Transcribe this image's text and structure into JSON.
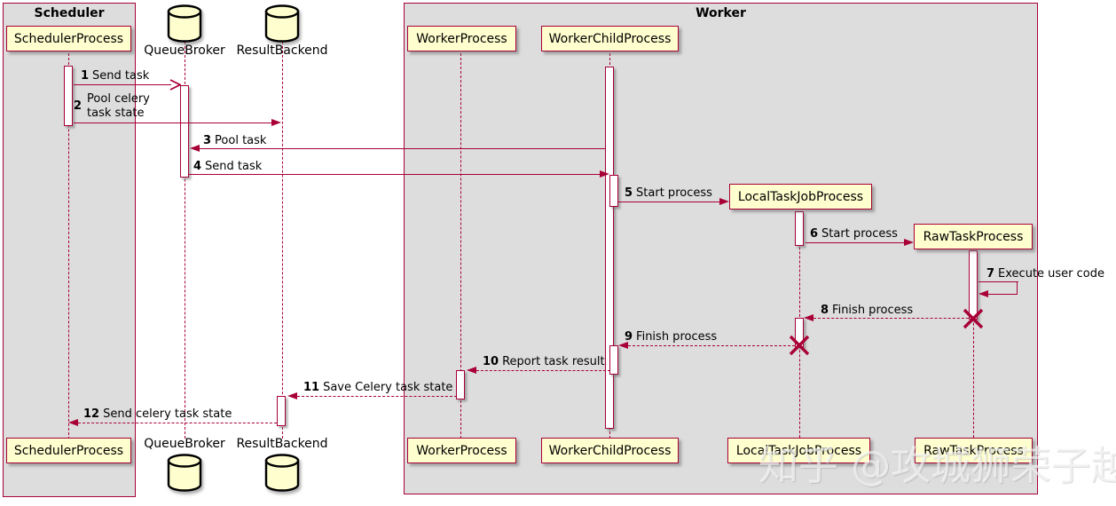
{
  "diagram": {
    "type": "sequence-diagram",
    "frames": {
      "scheduler": "Scheduler",
      "worker": "Worker"
    },
    "participants": {
      "scheduler_process": "SchedulerProcess",
      "queue_broker": "QueueBroker",
      "result_backend": "ResultBackend",
      "worker_process": "WorkerProcess",
      "worker_child_process": "WorkerChildProcess",
      "local_task_job_process": "LocalTaskJobProcess",
      "raw_task_process": "RawTaskProcess"
    },
    "messages": [
      {
        "num": "1",
        "text": "Send task",
        "from": "SchedulerProcess",
        "to": "QueueBroker",
        "style": "solid-open-arrow"
      },
      {
        "num": "2",
        "text": "Pool celery task state",
        "from": "SchedulerProcess",
        "to": "ResultBackend",
        "style": "solid"
      },
      {
        "num": "3",
        "text": "Pool task",
        "from": "WorkerChildProcess",
        "to": "QueueBroker",
        "style": "solid"
      },
      {
        "num": "4",
        "text": "Send task",
        "from": "QueueBroker",
        "to": "WorkerChildProcess",
        "style": "solid"
      },
      {
        "num": "5",
        "text": "Start process",
        "from": "WorkerChildProcess",
        "to": "LocalTaskJobProcess",
        "style": "solid"
      },
      {
        "num": "6",
        "text": "Start process",
        "from": "LocalTaskJobProcess",
        "to": "RawTaskProcess",
        "style": "solid"
      },
      {
        "num": "7",
        "text": "Execute user code",
        "from": "RawTaskProcess",
        "to": "RawTaskProcess",
        "style": "solid-self"
      },
      {
        "num": "8",
        "text": "Finish process",
        "from": "RawTaskProcess",
        "to": "LocalTaskJobProcess",
        "style": "dashed"
      },
      {
        "num": "9",
        "text": "Finish process",
        "from": "LocalTaskJobProcess",
        "to": "WorkerChildProcess",
        "style": "dashed"
      },
      {
        "num": "10",
        "text": "Report task result",
        "from": "WorkerChildProcess",
        "to": "WorkerProcess",
        "style": "dashed"
      },
      {
        "num": "11",
        "text": "Save Celery task state",
        "from": "WorkerProcess",
        "to": "ResultBackend",
        "style": "dashed"
      },
      {
        "num": "12",
        "text": "Send celery task state",
        "from": "ResultBackend",
        "to": "SchedulerProcess",
        "style": "dashed"
      }
    ],
    "destroy_marks": [
      "RawTaskProcess",
      "LocalTaskJobProcess"
    ],
    "watermark": "知乎 @攻城狮荣子越",
    "colors": {
      "accent": "#A80036",
      "participant_fill": "#FEFECE",
      "frame_bg": "#DDDDDD",
      "activation_fill": "#FFFFFF",
      "text": "#000000",
      "watermark": "#E8E8E8"
    }
  }
}
